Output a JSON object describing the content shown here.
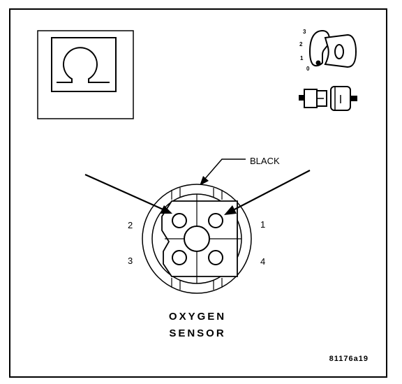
{
  "diagram": {
    "callout": "BLACK",
    "component_title_line1": "OXYGEN",
    "component_title_line2": "SENSOR",
    "figure_code": "81176a19",
    "pin_labels": {
      "pin1": "1",
      "pin2": "2",
      "pin3": "3",
      "pin4": "4"
    },
    "ignition_positions": {
      "p3": "3",
      "p2": "2",
      "p1": "1",
      "p0": "0"
    },
    "meter_symbol": "ohmmeter-icon",
    "line_color": "#000000",
    "background_color": "#ffffff"
  }
}
